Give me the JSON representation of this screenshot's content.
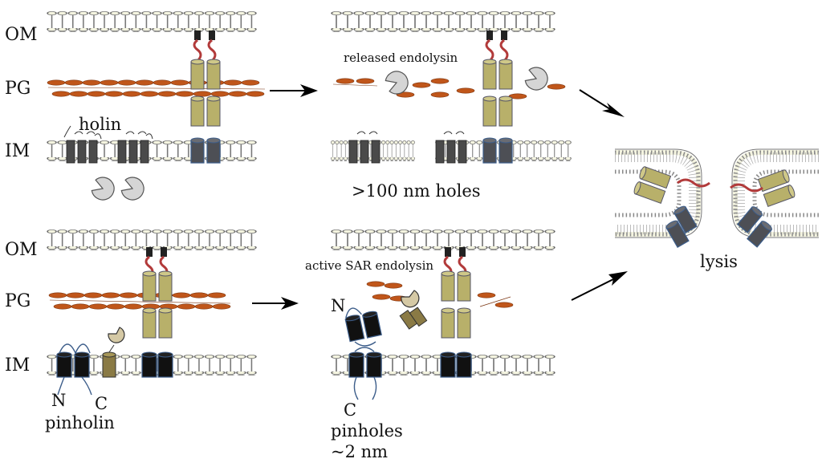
{
  "labels": {
    "om": "OM",
    "pg": "PG",
    "im": "IM",
    "holin": "holin",
    "released_endolysin": "released endolysin",
    "holes": ">100 nm holes",
    "active_sar": "active SAR endolysin",
    "n": "N",
    "c": "C",
    "pinholin": "pinholin",
    "pinholes": "pinholes",
    "pinholes_size": "~2 nm",
    "lysis": "lysis"
  },
  "colors": {
    "membrane_lipid": "#f2f2dc",
    "membrane_line": "#555555",
    "peptidoglycan": "#c0561a",
    "olive_cylinder": "#b8b06a",
    "dark_cylinder": "#4d4f55",
    "black_cylinder": "#111111",
    "blue_outline": "#3c5d8a",
    "red_linker": "#b23a3a",
    "endolysin": "#d5d5d5"
  }
}
